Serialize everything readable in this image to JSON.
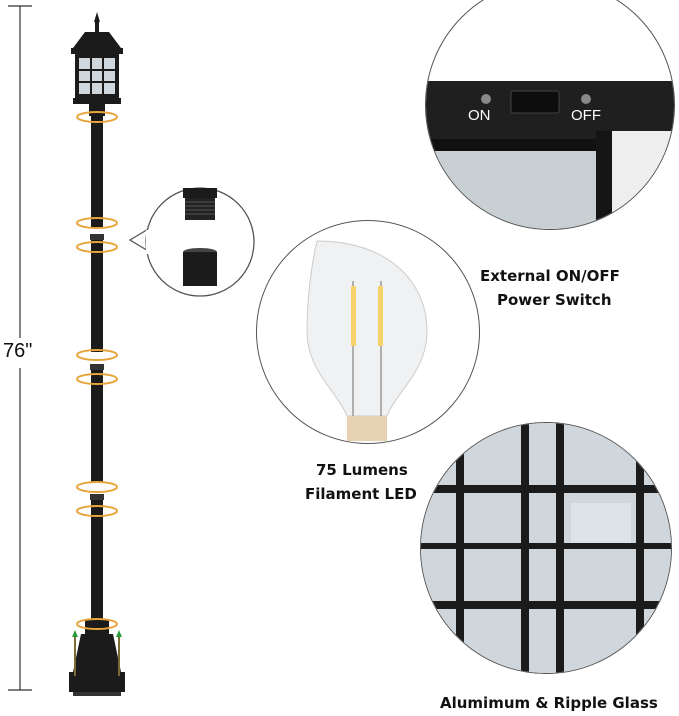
{
  "dimension": {
    "height_label": "76\""
  },
  "switch_detail": {
    "on_label": "ON",
    "off_label": "OFF"
  },
  "captions": {
    "switch_line1": "External ON/OFF",
    "switch_line2": "Power Switch",
    "bulb_line1": "75 Lumens",
    "bulb_line2": "Filament LED",
    "glass": "Alumimum & Ripple Glass"
  },
  "colors": {
    "fixture": "#1b1b1b",
    "accent_rotate": "#e8a33a",
    "glass": "#cfd7dc"
  }
}
